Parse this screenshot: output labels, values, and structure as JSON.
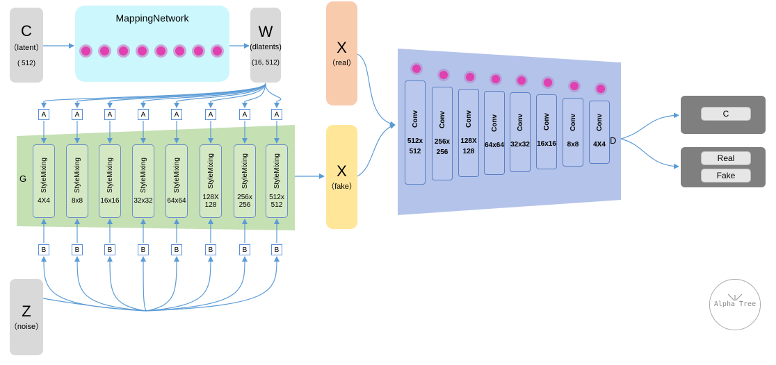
{
  "mapping": {
    "title": "MappingNetwork"
  },
  "c_box": {
    "letter": "C",
    "label": "（latent）",
    "dims": "( 512)"
  },
  "w_box": {
    "letter": "W",
    "label": "(dlatents)",
    "dims": "(16, 512)"
  },
  "z_box": {
    "letter": "Z",
    "label": "（noise）"
  },
  "x_real": {
    "letter": "X",
    "label": "（real）"
  },
  "x_fake": {
    "letter": "X",
    "label": "（fake）"
  },
  "generator": {
    "label": "G",
    "a_label": "A",
    "b_label": "B",
    "block_name": "StyleMixing",
    "blocks": [
      {
        "res1": "4X4",
        "res2": ""
      },
      {
        "res1": "8x8",
        "res2": ""
      },
      {
        "res1": "16x16",
        "res2": ""
      },
      {
        "res1": "32x32",
        "res2": ""
      },
      {
        "res1": "64x64",
        "res2": ""
      },
      {
        "res1": "128X",
        "res2": "128"
      },
      {
        "res1": "256x",
        "res2": "256"
      },
      {
        "res1": "512x",
        "res2": "512"
      }
    ]
  },
  "discriminator": {
    "label": "D",
    "conv_name": "Conv",
    "blocks": [
      {
        "res1": "512x",
        "res2": "512"
      },
      {
        "res1": "256x",
        "res2": "256"
      },
      {
        "res1": "128X",
        "res2": "128"
      },
      {
        "res1": "64x64",
        "res2": ""
      },
      {
        "res1": "32x32",
        "res2": ""
      },
      {
        "res1": "16x16",
        "res2": ""
      },
      {
        "res1": "8x8",
        "res2": ""
      },
      {
        "res1": "4X4",
        "res2": ""
      }
    ]
  },
  "outputs": {
    "class_label": "C",
    "real_label": "Real",
    "fake_label": "Fake"
  },
  "watermark": {
    "text": "Alpha Tree"
  }
}
